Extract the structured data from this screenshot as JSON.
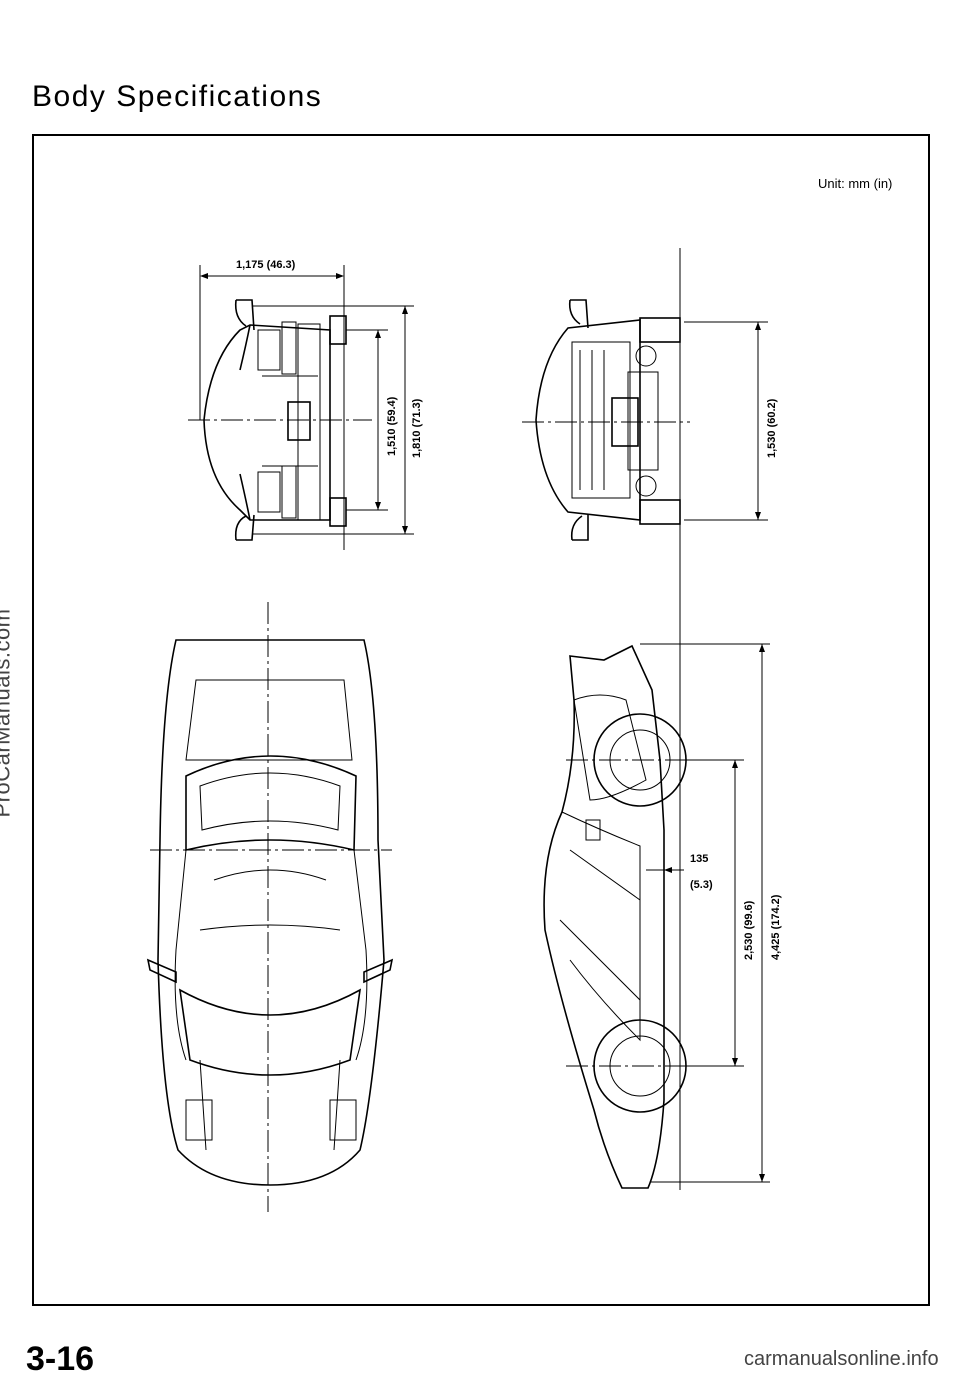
{
  "page": {
    "title": "Body Specifications",
    "unit_label": "Unit: mm (in)",
    "page_number": "3-16",
    "watermark_side": "ProCarManuals.com",
    "watermark_footer": "carmanualsonline.info"
  },
  "dimensions": {
    "front_track_half": "1,175 (46.3)",
    "front_tread": "1,510 (59.4)",
    "overall_width": "1,810 (71.3)",
    "rear_tread": "1,530 (60.2)",
    "ground_clearance": "135",
    "ground_clearance_in": "(5.3)",
    "wheelbase": "2,530 (99.6)",
    "overall_length": "4,425 (174.2)"
  }
}
